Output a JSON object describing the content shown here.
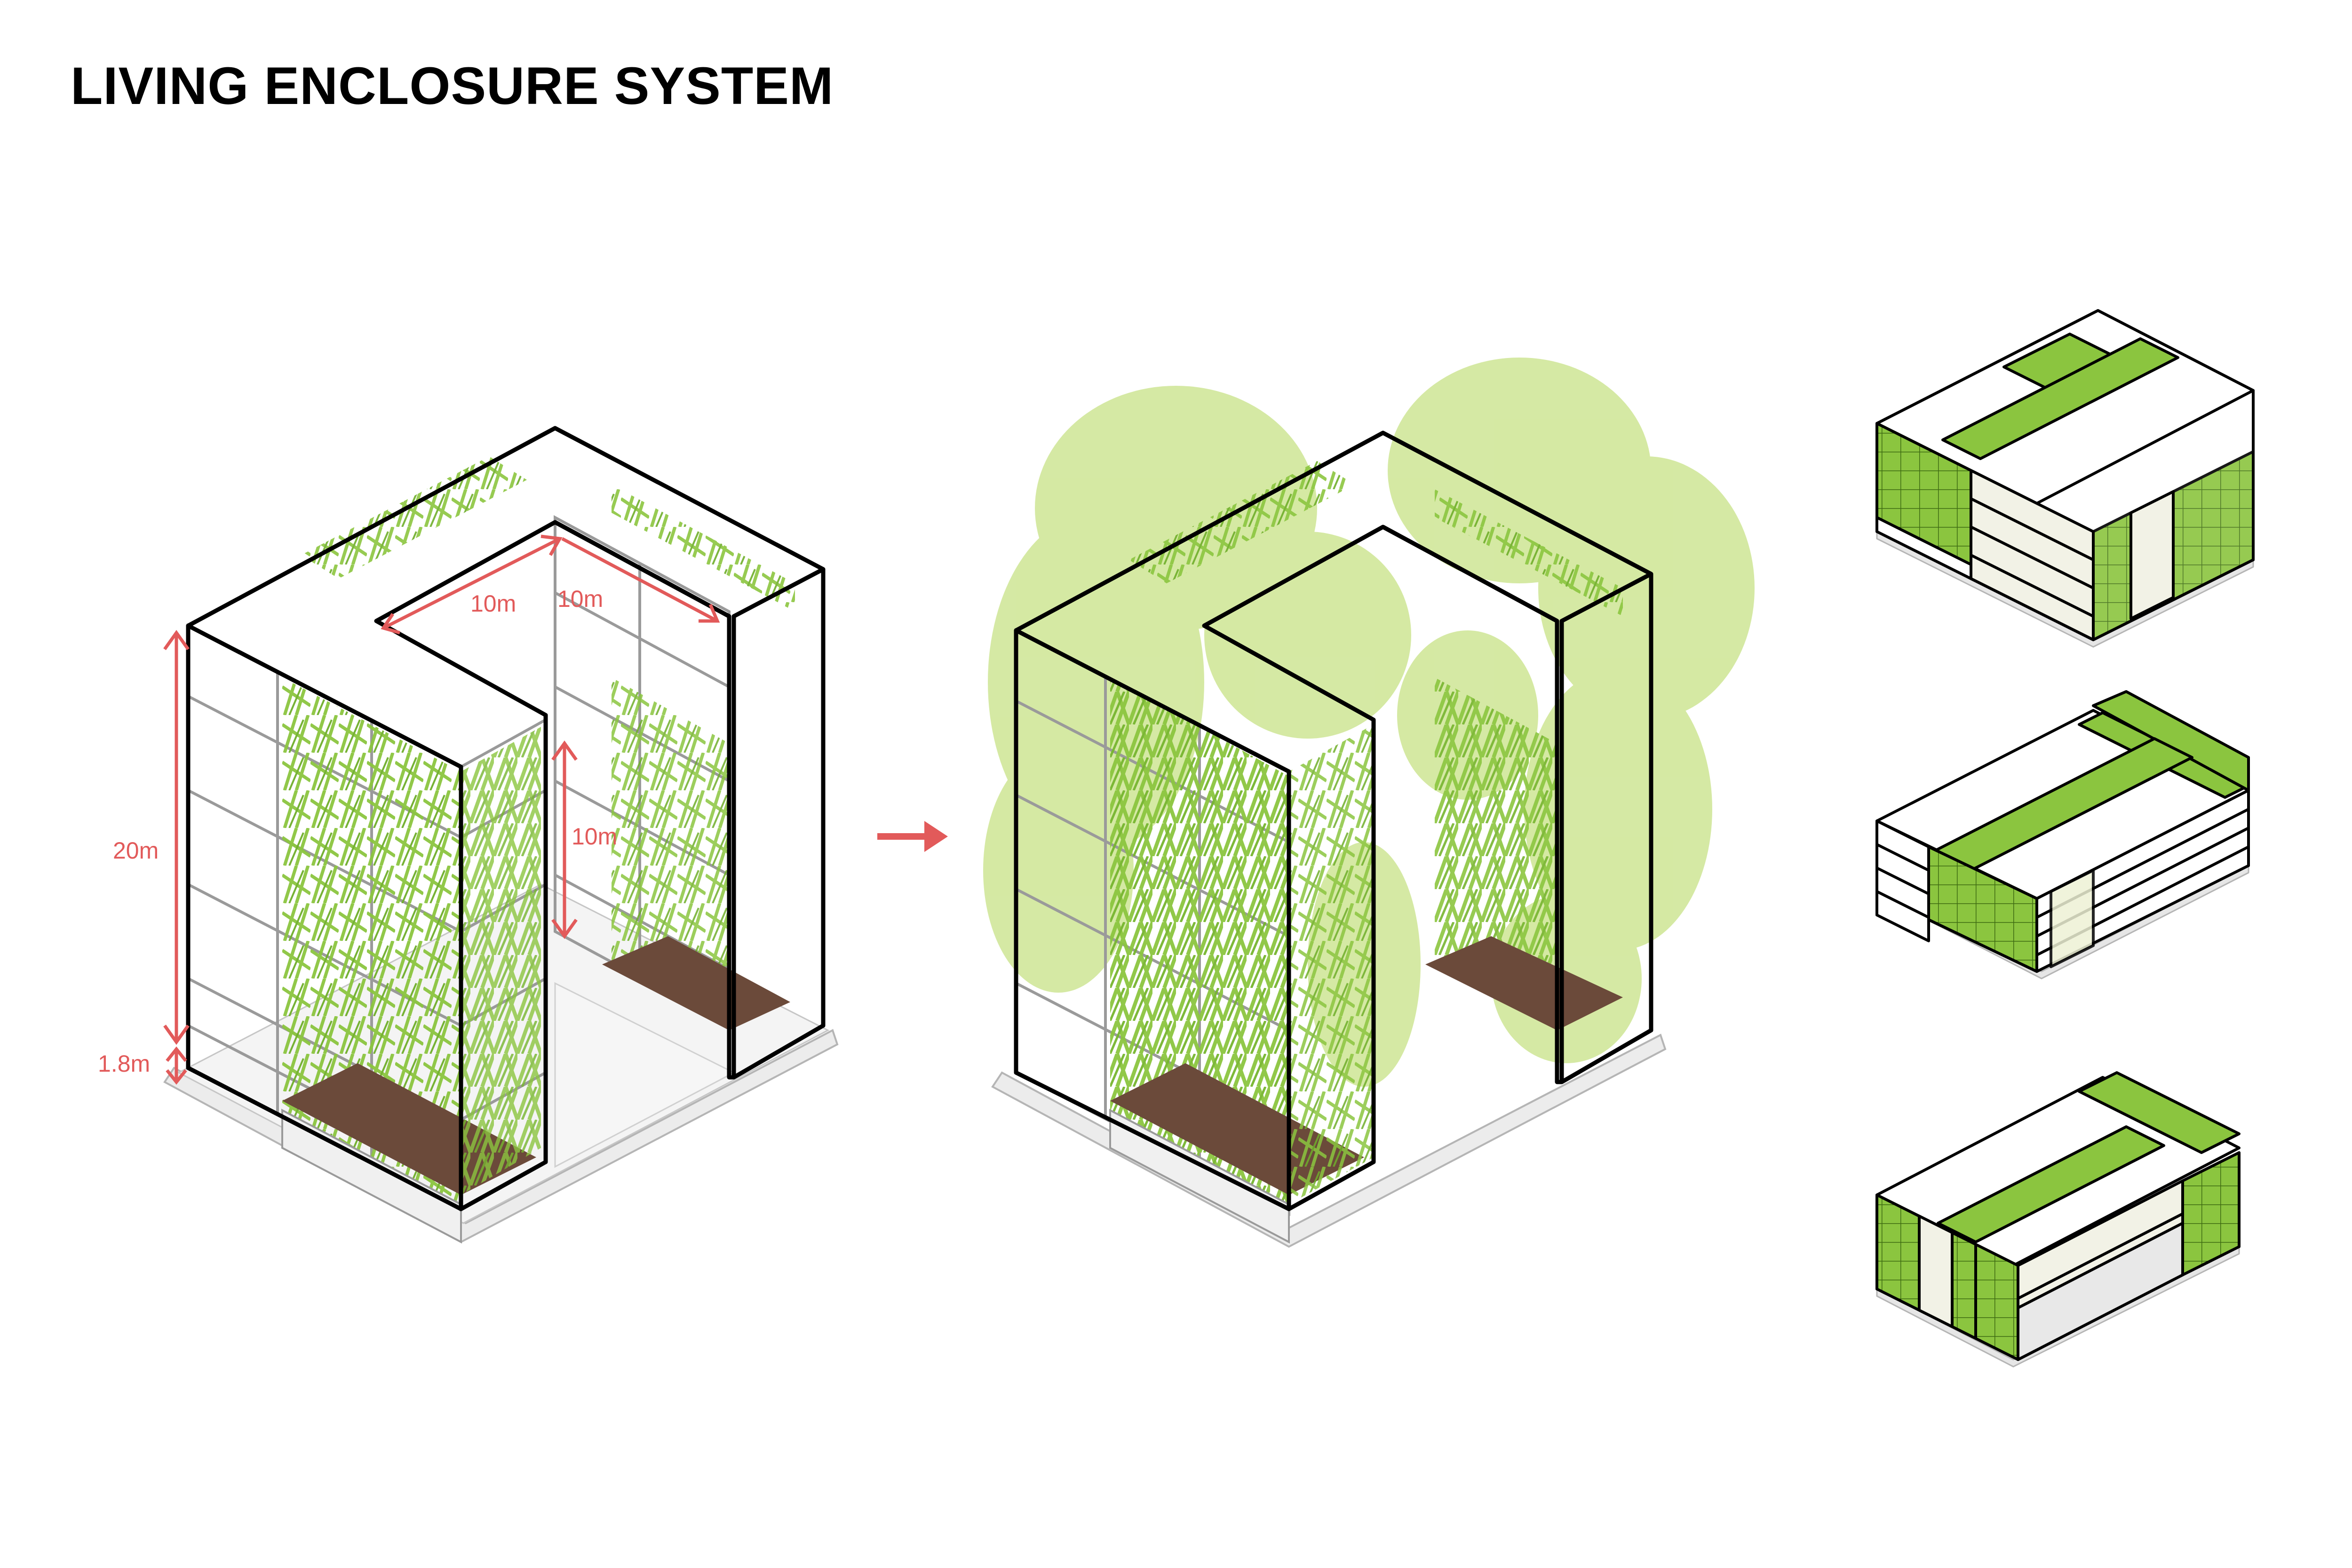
{
  "title": "LIVING ENCLOSURE SYSTEM",
  "dimensions": {
    "width_a": "10m",
    "width_b": "10m",
    "height_total": "20m",
    "height_opening": "10m",
    "plinth_height": "1.8m"
  },
  "colors": {
    "accent": "#e25a5a",
    "plant_green": "#8bc53f",
    "tree_green": "#c7e285",
    "outline": "#000000",
    "frame": "#9a9a9a",
    "soil": "#6b4a3a",
    "base": "#ececec"
  },
  "icons": {
    "transition_arrow": "arrow-right-icon"
  },
  "massing_variants": [
    {
      "id": "variant-1"
    },
    {
      "id": "variant-2"
    },
    {
      "id": "variant-3"
    }
  ]
}
